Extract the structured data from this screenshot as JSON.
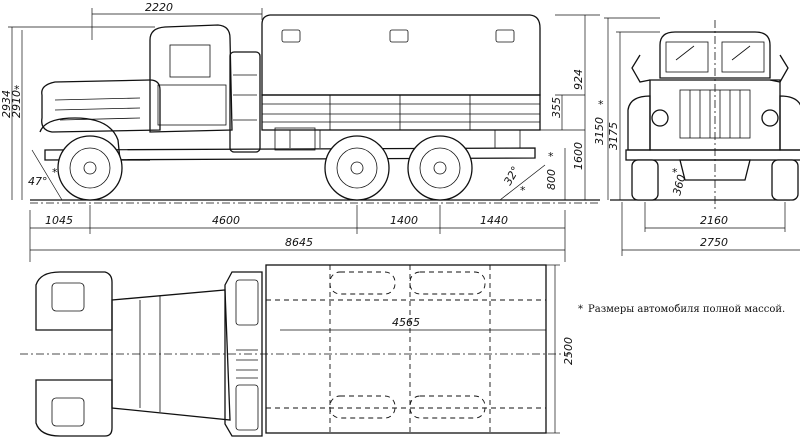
{
  "dimensions": {
    "cab_to_rear_axle": "2220",
    "front_overhang": "1045",
    "wheelbase_front": "4600",
    "rear_axle_spacing": "1400",
    "rear_overhang": "1440",
    "overall_length": "8645",
    "height_cab": "2934",
    "height_cab_loaded": "2910",
    "height_cab_loaded_mark": "*",
    "tarp_top": "924",
    "tarp_side": "355",
    "platform_height": "1600",
    "platform_height_loaded": "800",
    "platform_height_loaded_mark": "*",
    "approach_angle": "47°",
    "approach_angle_mark": "*",
    "departure_angle": "32°",
    "departure_angle_mark": "*",
    "front_height_loaded": "3150",
    "front_height_loaded_mark": "*",
    "front_height": "3175",
    "ground_clearance": "360",
    "ground_clearance_mark": "*",
    "track": "2160",
    "overall_width": "2750",
    "body_length": "4565",
    "body_width": "2500"
  },
  "footnote": {
    "mark": "*",
    "text": "Размеры автомобиля полной массой."
  }
}
